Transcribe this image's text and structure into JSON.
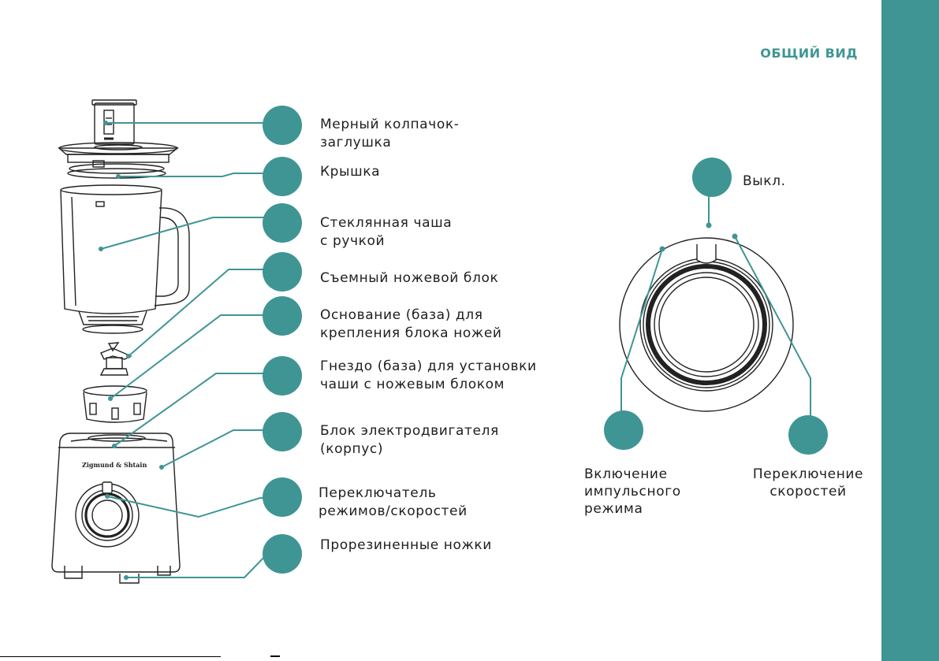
{
  "header": {
    "title": "ОБЩИЙ ВИД"
  },
  "brand": {
    "logo_text": "Zigmund & Shtain"
  },
  "colors": {
    "accent": "#3f9594",
    "line": "#3f9594",
    "text": "#1e1e1e",
    "outline": "#222222"
  },
  "parts": [
    {
      "line1": "Мерный колпачок-",
      "line2": "заглушка"
    },
    {
      "line1": "Крышка",
      "line2": ""
    },
    {
      "line1": "Стеклянная чаша",
      "line2": "с ручкой"
    },
    {
      "line1": "Съемный ножевой блок",
      "line2": ""
    },
    {
      "line1": "Основание (база) для",
      "line2": "крепления блока ножей"
    },
    {
      "line1": "Гнездо (база) для установки",
      "line2": "чаши с ножевым блоком"
    },
    {
      "line1": "Блок электродвигателя",
      "line2": "(корпус)"
    },
    {
      "line1": "Переключатель",
      "line2": "режимов/скоростей"
    },
    {
      "line1": "Прорезиненные ножки",
      "line2": ""
    }
  ],
  "switch_positions": {
    "off": {
      "label": "Выкл."
    },
    "pulse": {
      "line1": "Включение",
      "line2": "импульсного",
      "line3": "режима"
    },
    "speeds": {
      "line1": "Переключение",
      "line2": "скоростей"
    }
  }
}
